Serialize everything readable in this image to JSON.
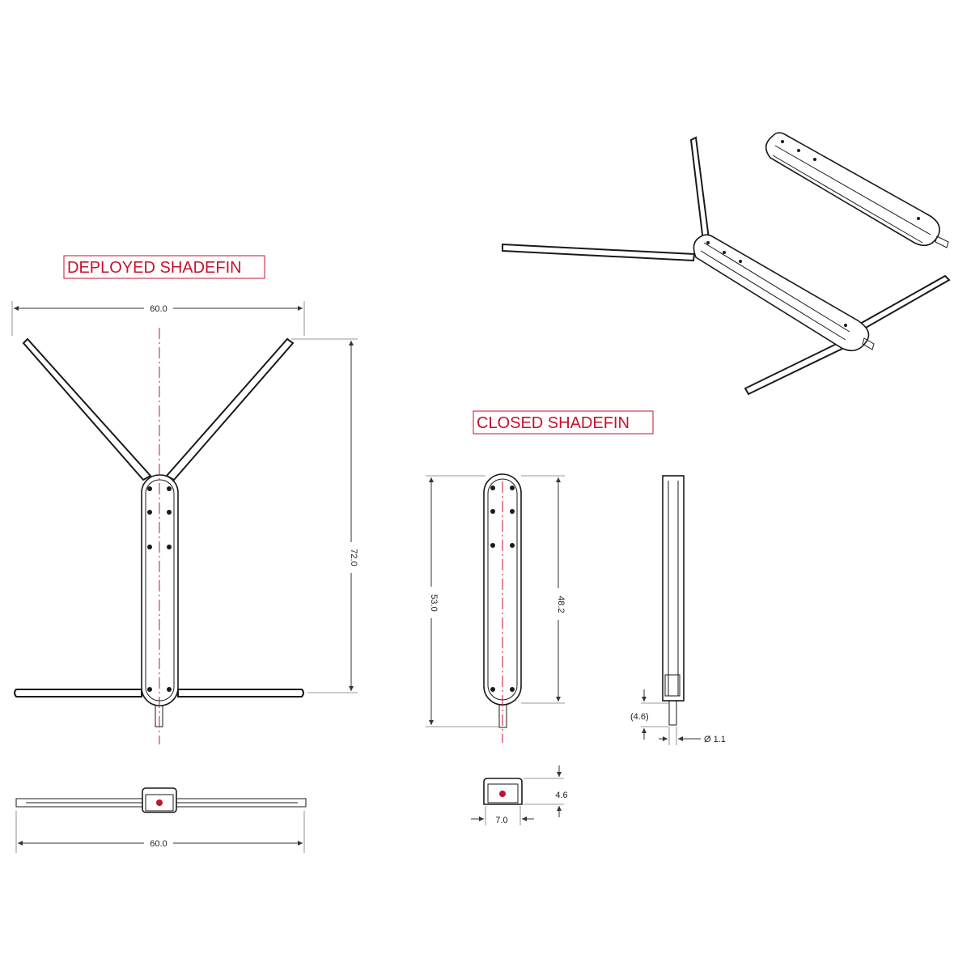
{
  "titles": {
    "deployed": "DEPLOYED SHADEFIN",
    "closed": "CLOSED SHADEFIN"
  },
  "dimensions": {
    "deployed_width": "60.0",
    "deployed_height": "72.0",
    "deployed_bottom_width": "60.0",
    "closed_overall_length": "53.0",
    "closed_body_length": "48.2",
    "side_offset": "(4.6)",
    "pin_diameter": "Ø 1.1",
    "end_height": "4.6",
    "end_width": "7.0"
  },
  "colors": {
    "annotation": "#c8102e",
    "line": "#1a1a1a"
  }
}
